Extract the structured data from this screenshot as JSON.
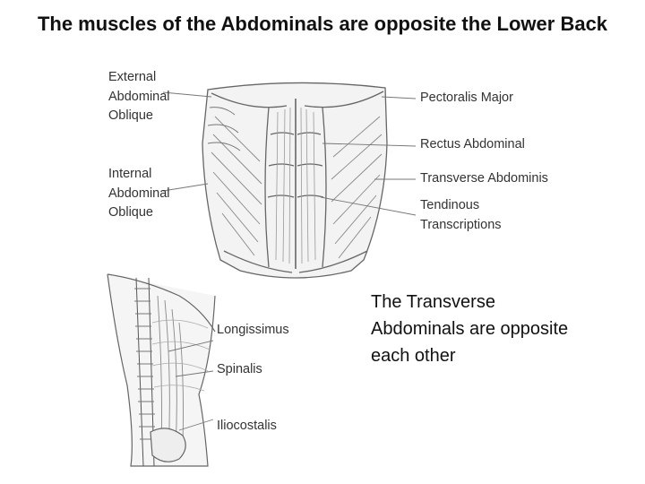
{
  "slide": {
    "title": "The muscles of the Abdominals are opposite the Lower Back"
  },
  "abdominal_diagram": {
    "labels": {
      "external_oblique_1": "External",
      "external_oblique_2": "Abdominal",
      "external_oblique_3": "Oblique",
      "internal_oblique_1": "Internal",
      "internal_oblique_2": "Abdominal",
      "internal_oblique_3": "Oblique",
      "pectoralis_major": "Pectoralis Major",
      "rectus_abdominal": "Rectus Abdominal",
      "transverse_abdominis": "Transverse Abdominis",
      "tendinous_1": "Tendinous",
      "tendinous_2": "Transcriptions"
    }
  },
  "back_diagram": {
    "labels": {
      "longissimus": "Longissimus",
      "spinalis": "Spinalis",
      "iliocostalis": "Iliocostalis"
    }
  },
  "note": {
    "line1": "The Transverse",
    "line2": "Abdominals are opposite",
    "line3": "each other"
  }
}
